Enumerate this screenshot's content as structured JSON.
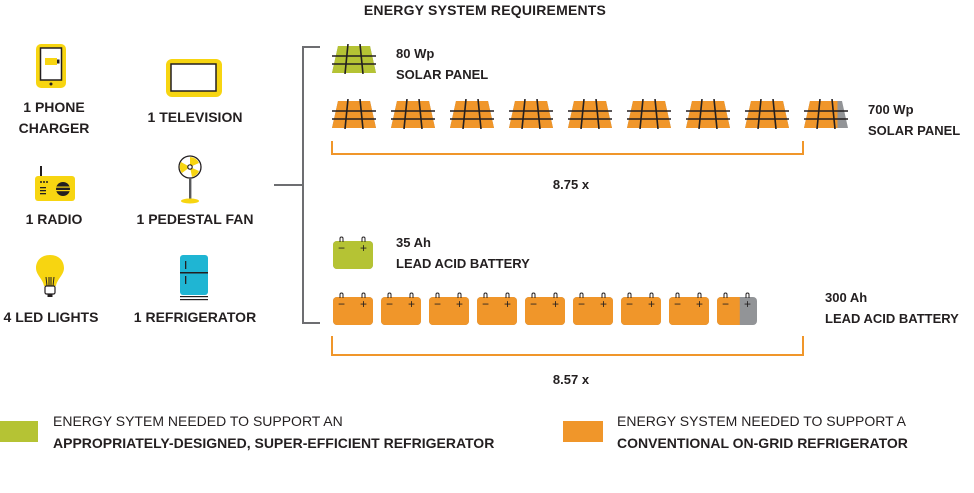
{
  "title": "ENERGY SYSTEM REQUIREMENTS",
  "appliances": [
    {
      "icon": "phone-charger-icon",
      "label_lines": [
        "1 PHONE",
        "CHARGER"
      ]
    },
    {
      "icon": "television-icon",
      "label_lines": [
        "1 TELEVISION"
      ]
    },
    {
      "icon": "radio-icon",
      "label_lines": [
        "1 RADIO"
      ]
    },
    {
      "icon": "pedestal-fan-icon",
      "label_lines": [
        "1 PEDESTAL FAN"
      ]
    },
    {
      "icon": "light-bulb-icon",
      "label_lines": [
        "4 LED LIGHTS"
      ]
    },
    {
      "icon": "refrigerator-icon",
      "label_lines": [
        "1 REFRIGERATOR"
      ]
    }
  ],
  "efficient_solar": {
    "value": "80 Wp",
    "label": "SOLAR PANEL"
  },
  "conventional_solar": {
    "value": "700 Wp",
    "label": "SOLAR PANEL",
    "count": 8.75,
    "multiplier": "8.75 x"
  },
  "efficient_battery": {
    "value": "35 Ah",
    "label": "LEAD ACID BATTERY"
  },
  "conventional_battery": {
    "value": "300 Ah",
    "label": "LEAD ACID BATTERY",
    "count": 8.57,
    "multiplier": "8.57 x"
  },
  "battery_terminals": {
    "negative": "−",
    "positive": "+"
  },
  "legend": [
    {
      "color": "#b5c334",
      "line1": "ENERGY SYTEM NEEDED TO SUPPORT AN",
      "line2": "APPROPRIATELY-DESIGNED, SUPER-EFFICIENT REFRIGERATOR"
    },
    {
      "color": "#f0962a",
      "line1": "ENERGY SYSTEM NEEDED TO SUPPORT A",
      "line2": "CONVENTIONAL ON-GRID REFRIGERATOR"
    }
  ],
  "colors": {
    "green": "#b5c334",
    "orange": "#f0962a",
    "gray": "#929497",
    "yellow": "#f7d511",
    "teal": "#1fb5d3",
    "bracket": "#6d6e71"
  }
}
